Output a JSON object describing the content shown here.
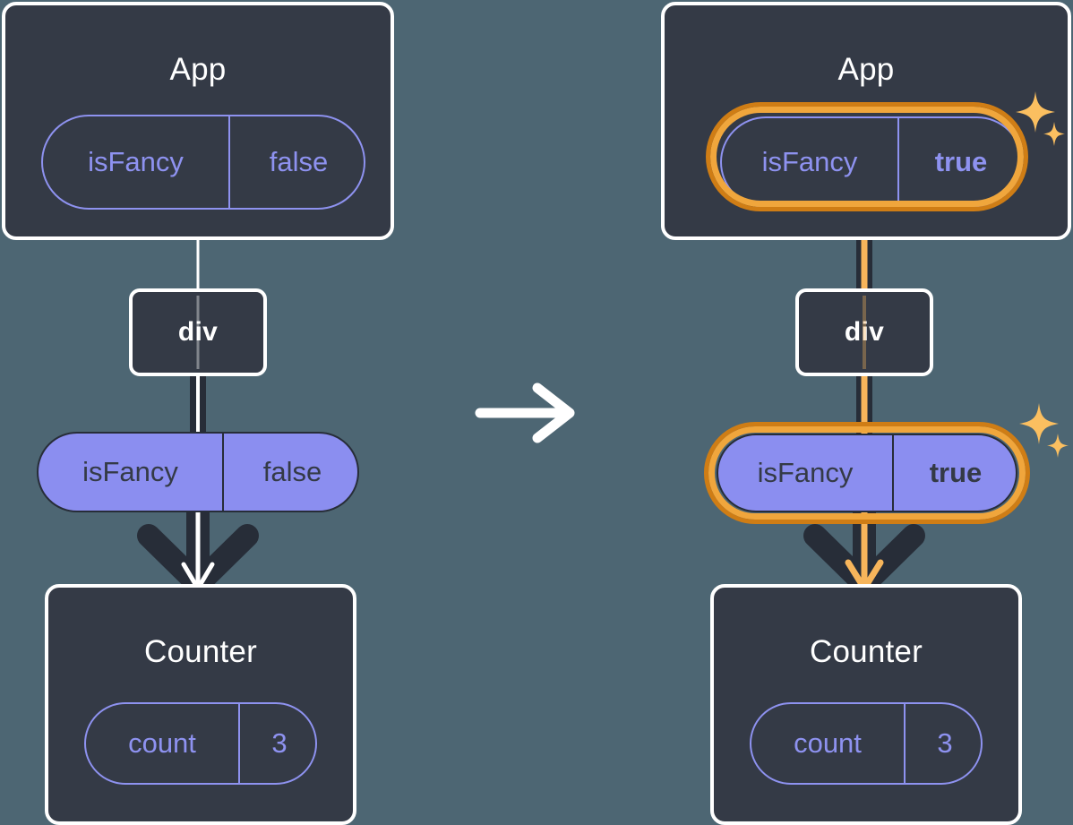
{
  "diagram": {
    "title_semantic": "react-state-propagation-before-after",
    "background_color": "#4d6673",
    "panel_color": "#343a46",
    "panel_border_color": "#ffffff",
    "pill_outline_color": "#8e92f0",
    "pill_fill_color": "#8b8ef0",
    "highlight_outer_color": "#cf7d15",
    "highlight_inner_color": "#f0a63c",
    "sparkle_color": "#fbbf60",
    "edge_dark_color": "#272d38",
    "edge_light_color": "#ffffff"
  },
  "left": {
    "app": {
      "title": "App",
      "prop": {
        "key": "isFancy",
        "value": "false",
        "highlighted": false,
        "bold_value": false
      }
    },
    "div": {
      "label": "div"
    },
    "edge_prop": {
      "key": "isFancy",
      "value": "false",
      "highlighted": false,
      "bold_value": false
    },
    "counter": {
      "title": "Counter",
      "state": {
        "key": "count",
        "value": "3"
      }
    }
  },
  "transition": {
    "icon": "right-arrow-icon",
    "color": "#ffffff"
  },
  "right": {
    "app": {
      "title": "App",
      "prop": {
        "key": "isFancy",
        "value": "true",
        "highlighted": true,
        "bold_value": true
      },
      "sparkle": "sparkle-icon"
    },
    "div": {
      "label": "div"
    },
    "edge_prop": {
      "key": "isFancy",
      "value": "true",
      "highlighted": true,
      "bold_value": true,
      "sparkle": "sparkle-icon"
    },
    "counter": {
      "title": "Counter",
      "state": {
        "key": "count",
        "value": "3"
      }
    }
  }
}
